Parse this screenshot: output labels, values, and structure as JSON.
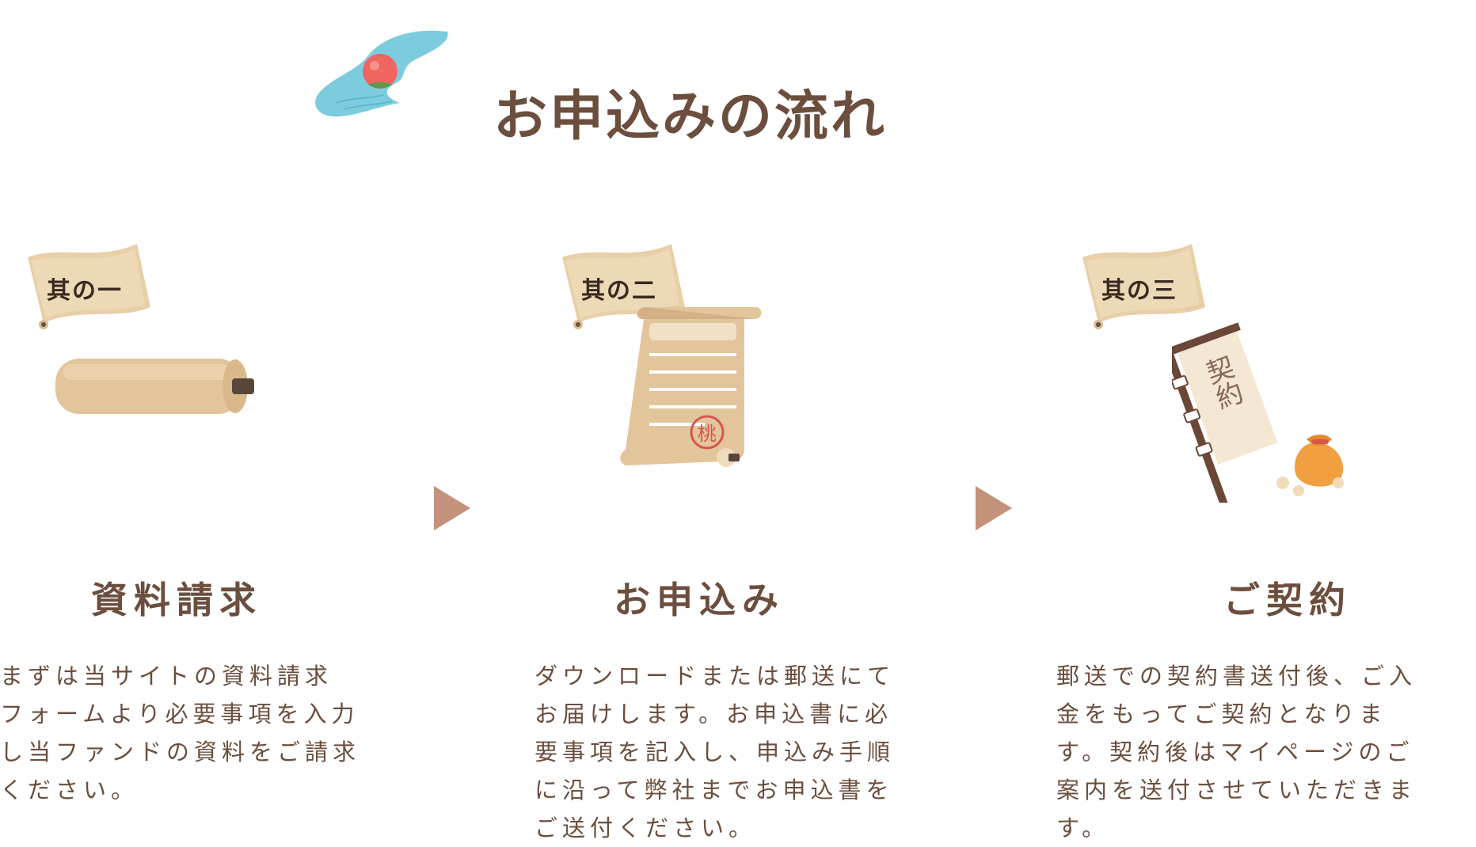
{
  "header": {
    "title": "お申込みの流れ"
  },
  "steps": [
    {
      "tag": "其の一",
      "title": "資料請求",
      "description": "まずは当サイトの資料請求\nフォームより必要事項を入力\nし当ファンドの資料をご請求\nください。",
      "illustration": "rolled-scroll-icon"
    },
    {
      "tag": "其の二",
      "title": "お申込み",
      "description": "ダウンロードまたは郵送にて\nお届けします。お申込書に必\n要事項を記入し、申込み手順\nに沿って弊社までお申込書を\nご送付ください。",
      "illustration": "open-scroll-with-seal-icon",
      "seal_text": "桃"
    },
    {
      "tag": "其の三",
      "title": "ご契約",
      "description": "郵送での契約書送付後、ご入\n金をもってご契約となりま\nす。契約後はマイページのご\n案内を送付させていただきま\nす。",
      "illustration": "contract-banner-and-pouch-icon",
      "banner_text": "契約"
    }
  ],
  "colors": {
    "text": "#6b4e3d",
    "arrow": "#c4917a",
    "parchment": "#e8cfa8",
    "water": "#6ec6da",
    "peach": "#f0655f"
  }
}
